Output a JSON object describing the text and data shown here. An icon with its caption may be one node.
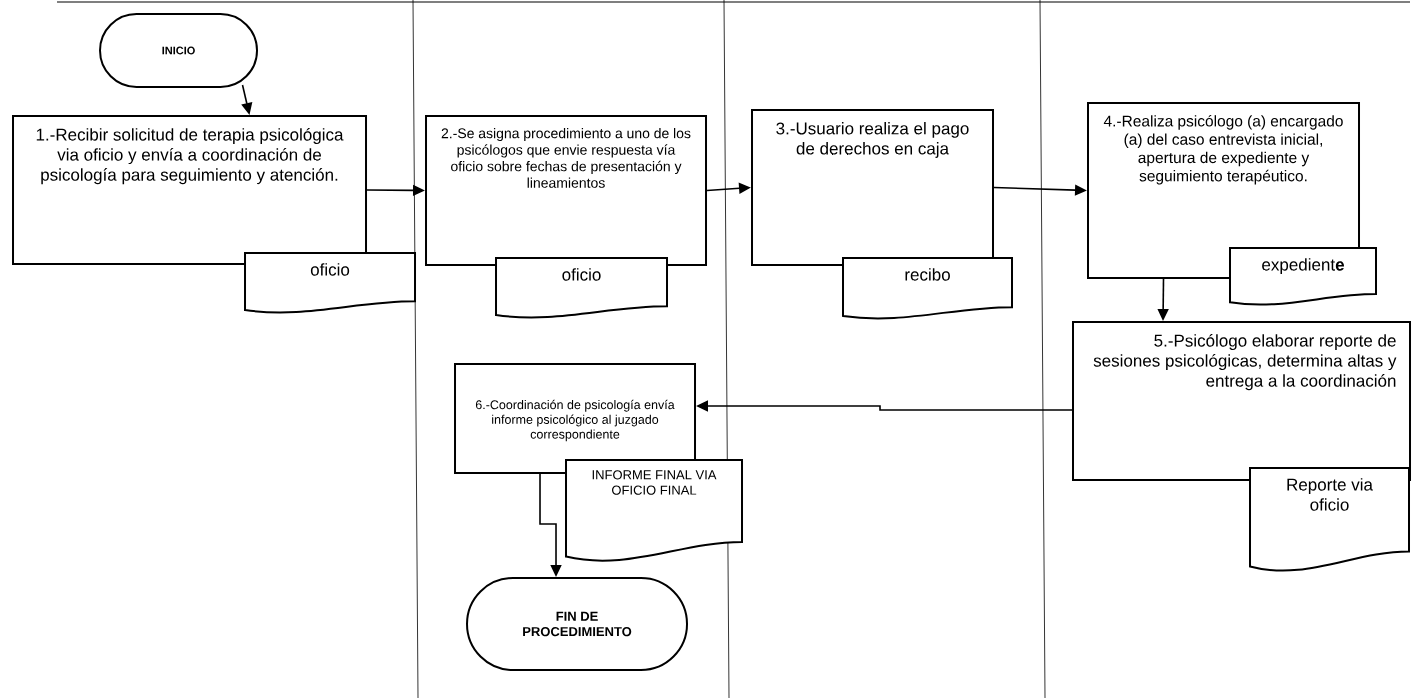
{
  "diagram": {
    "nodes": [
      {
        "text": [
          "INICIO"
        ]
      },
      {
        "text": [
          "1.-Recibir solicitud de terapia psicológica via oficio y envía a coordinación de psicología para seguimiento y atención."
        ]
      },
      {
        "text": [
          "oficio"
        ]
      },
      {
        "text": [
          "2.-Se asigna procedimiento a uno de los psicólogos que envie respuesta vía oficio sobre fechas de presentación y lineamientos"
        ]
      },
      {
        "text": [
          "oficio"
        ]
      },
      {
        "text": [
          "3.-Usuario realiza el pago de derechos en caja"
        ]
      },
      {
        "text": [
          "recibo"
        ]
      },
      {
        "text": [
          "4.-Realiza psicólogo (a) encargado (a) del caso entrevista inicial, apertura de expediente y seguimiento terapéutico."
        ]
      },
      {
        "text": [
          "expedient**e**"
        ]
      },
      {
        "text": [
          "5.-Psicólogo elaborar reporte de sesiones psicológicas, determina altas y entrega a la coordinación"
        ]
      },
      {
        "text": [
          "Reporte via oficio"
        ]
      },
      {
        "text": [
          "6.-Coordinación de psicología envía informe psicológico al juzgado correspondiente"
        ]
      },
      {
        "text": [
          "INFORME FINAL VIA OFICIO FINAL"
        ]
      },
      {
        "text": [
          "FIN DE PROCEDIMIENTO"
        ]
      }
    ],
    "edges": [
      {
        "from": 0,
        "to": 1,
        "arrow": "to"
      },
      {
        "from": 1,
        "to": 3,
        "arrow": "to"
      },
      {
        "from": 3,
        "to": 5,
        "arrow": "to"
      },
      {
        "from": 5,
        "to": 7,
        "arrow": "to"
      },
      {
        "from": 7,
        "to": 9,
        "arrow": "to"
      },
      {
        "from": 9,
        "to": 11,
        "arrow": "to"
      },
      {
        "from": 11,
        "to": 13,
        "arrow": "to"
      }
    ]
  }
}
